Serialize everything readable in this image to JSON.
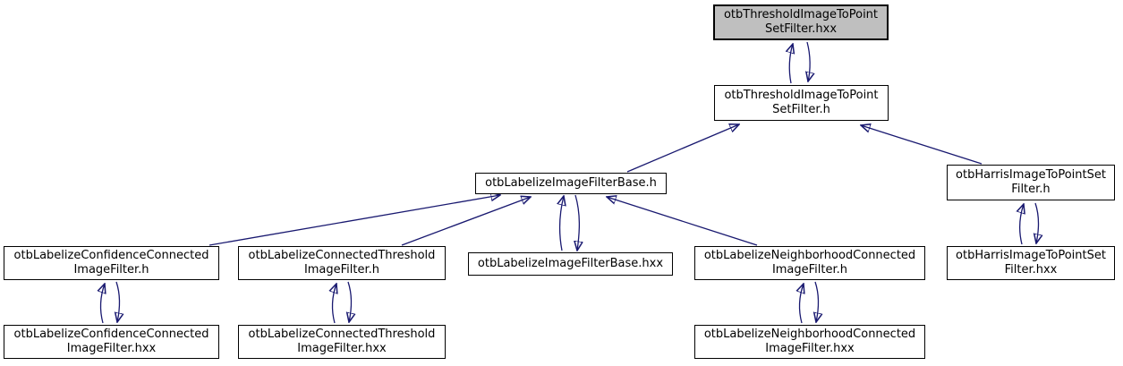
{
  "graph": {
    "type": "include-dependency-graph",
    "nodes": {
      "threshold_hxx": {
        "label": "otbThresholdImageToPoint\nSetFilter.hxx",
        "highlighted": true
      },
      "threshold_h": {
        "label": "otbThresholdImageToPoint\nSetFilter.h",
        "highlighted": false
      },
      "labelize_base_h": {
        "label": "otbLabelizeImageFilterBase.h",
        "highlighted": false
      },
      "harris_h": {
        "label": "otbHarrisImageToPointSet\nFilter.h",
        "highlighted": false
      },
      "confidence_h": {
        "label": "otbLabelizeConfidenceConnected\nImageFilter.h",
        "highlighted": false
      },
      "connected_threshold_h": {
        "label": "otbLabelizeConnectedThreshold\nImageFilter.h",
        "highlighted": false
      },
      "labelize_base_hxx": {
        "label": "otbLabelizeImageFilterBase.hxx",
        "highlighted": false
      },
      "neighborhood_h": {
        "label": "otbLabelizeNeighborhoodConnected\nImageFilter.h",
        "highlighted": false
      },
      "harris_hxx": {
        "label": "otbHarrisImageToPointSet\nFilter.hxx",
        "highlighted": false
      },
      "confidence_hxx": {
        "label": "otbLabelizeConfidenceConnected\nImageFilter.hxx",
        "highlighted": false
      },
      "connected_threshold_hxx": {
        "label": "otbLabelizeConnectedThreshold\nImageFilter.hxx",
        "highlighted": false
      },
      "neighborhood_hxx": {
        "label": "otbLabelizeNeighborhoodConnected\nImageFilter.hxx",
        "highlighted": false
      }
    },
    "edges": [
      {
        "from": "threshold_h",
        "to": "threshold_hxx"
      },
      {
        "from": "threshold_hxx",
        "to": "threshold_h"
      },
      {
        "from": "labelize_base_h",
        "to": "threshold_h"
      },
      {
        "from": "harris_h",
        "to": "threshold_h"
      },
      {
        "from": "confidence_h",
        "to": "labelize_base_h"
      },
      {
        "from": "connected_threshold_h",
        "to": "labelize_base_h"
      },
      {
        "from": "labelize_base_hxx",
        "to": "labelize_base_h"
      },
      {
        "from": "labelize_base_h",
        "to": "labelize_base_hxx"
      },
      {
        "from": "neighborhood_h",
        "to": "labelize_base_h"
      },
      {
        "from": "harris_hxx",
        "to": "harris_h"
      },
      {
        "from": "harris_h",
        "to": "harris_hxx"
      },
      {
        "from": "confidence_hxx",
        "to": "confidence_h"
      },
      {
        "from": "confidence_h",
        "to": "confidence_hxx"
      },
      {
        "from": "connected_threshold_hxx",
        "to": "connected_threshold_h"
      },
      {
        "from": "connected_threshold_h",
        "to": "connected_threshold_hxx"
      },
      {
        "from": "neighborhood_hxx",
        "to": "neighborhood_h"
      },
      {
        "from": "neighborhood_h",
        "to": "neighborhood_hxx"
      }
    ],
    "colors": {
      "edge": "#191970",
      "node_fill": "#ffffff",
      "highlight_fill": "#bfbfbf",
      "border": "#000000",
      "text": "#000000",
      "background": "#ffffff"
    }
  }
}
